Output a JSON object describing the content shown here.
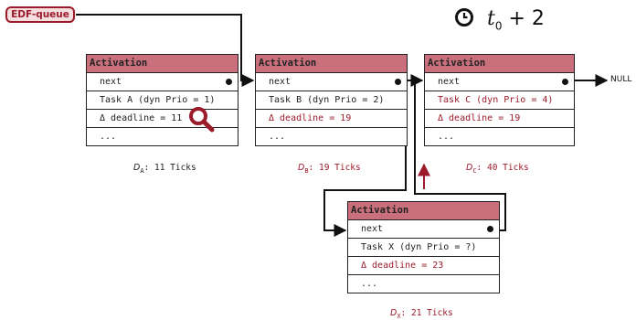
{
  "queue_label": "EDF-queue",
  "time_label": {
    "t": "t",
    "sub": "0",
    "rest": " + 2"
  },
  "null_label": "NULL",
  "header_label": "Activation",
  "cards": [
    {
      "id": "a",
      "rows": [
        "next",
        "Task A (dyn Prio = 1)",
        "Δ deadline = 11",
        "..."
      ],
      "caption": {
        "sym": "D",
        "sub": "A",
        "text": ": 11 Ticks"
      }
    },
    {
      "id": "b",
      "rows": [
        "next",
        "Task B (dyn Prio = 2)",
        "Δ deadline = 19",
        "..."
      ],
      "caption": {
        "sym": "D",
        "sub": "B",
        "text": ": 19 Ticks"
      }
    },
    {
      "id": "c",
      "rows": [
        "next",
        "Task C (dyn Prio = 4)",
        "Δ deadline = 19",
        "..."
      ],
      "caption": {
        "sym": "D",
        "sub": "C",
        "text": ": 40 Ticks"
      }
    },
    {
      "id": "x",
      "rows": [
        "next",
        "Task X (dyn Prio = ?)",
        "Δ deadline = 23",
        "..."
      ],
      "caption": {
        "sym": "D",
        "sub": "X",
        "text": ": 21 Ticks"
      }
    }
  ],
  "colors": {
    "accent": "#9b1b2b",
    "header": "#c9707c",
    "queue_bg": "#f4dede"
  },
  "icons": {
    "clock": "clock-icon",
    "highlight": "magnifier-icon"
  }
}
